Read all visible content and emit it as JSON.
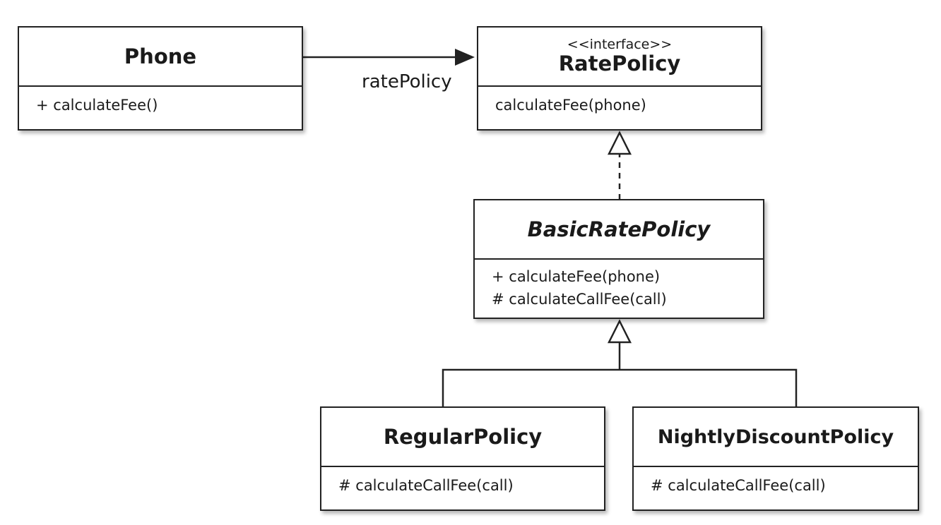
{
  "classes": {
    "phone": {
      "name": "Phone",
      "members": [
        "+ calculateFee()"
      ]
    },
    "rate_policy": {
      "stereotype": "<<interface>>",
      "name": "RatePolicy",
      "members": [
        "calculateFee(phone)"
      ]
    },
    "basic_rate_policy": {
      "name": "BasicRatePolicy",
      "members": [
        "+ calculateFee(phone)",
        "# calculateCallFee(call)"
      ]
    },
    "regular_policy": {
      "name": "RegularPolicy",
      "members": [
        "# calculateCallFee(call)"
      ]
    },
    "nightly_discount_policy": {
      "name": "NightlyDiscountPolicy",
      "members": [
        "# calculateCallFee(call)"
      ]
    }
  },
  "relations": {
    "association_label": "ratePolicy"
  }
}
